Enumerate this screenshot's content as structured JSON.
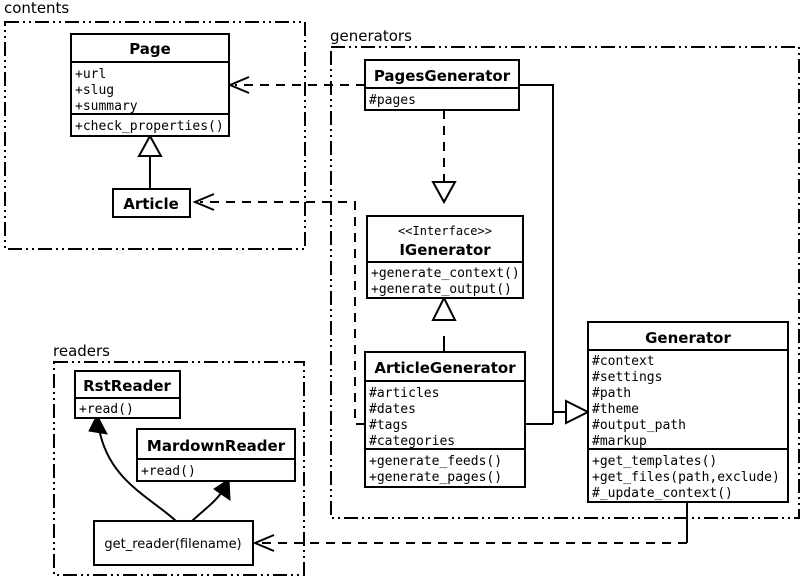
{
  "diagram": {
    "type": "uml-class-diagram",
    "packages": [
      {
        "id": "contents",
        "label": "contents"
      },
      {
        "id": "generators",
        "label": "generators"
      },
      {
        "id": "readers",
        "label": "readers"
      }
    ],
    "classes": [
      {
        "id": "page",
        "name": "Page",
        "stereotype": "",
        "attributes": [
          "+url",
          "+slug",
          "+summary"
        ],
        "methods": [
          "+check_properties()"
        ]
      },
      {
        "id": "article",
        "name": "Article",
        "stereotype": "",
        "attributes": [],
        "methods": []
      },
      {
        "id": "pages-generator",
        "name": "PagesGenerator",
        "stereotype": "",
        "attributes": [
          "#pages"
        ],
        "methods": []
      },
      {
        "id": "igenerator",
        "name": "IGenerator",
        "stereotype": "<<Interface>>",
        "attributes": [],
        "methods": [
          "+generate_context()",
          "+generate_output()"
        ]
      },
      {
        "id": "article-generator",
        "name": "ArticleGenerator",
        "stereotype": "",
        "attributes": [
          "#articles",
          "#dates",
          "#tags",
          "#categories"
        ],
        "methods": [
          "+generate_feeds()",
          "+generate_pages()"
        ]
      },
      {
        "id": "generator",
        "name": "Generator",
        "stereotype": "",
        "attributes": [
          "#context",
          "#settings",
          "#path",
          "#theme",
          "#output_path",
          "#markup"
        ],
        "methods": [
          "+get_templates()",
          "+get_files(path,exclude)",
          "#_update_context()"
        ]
      },
      {
        "id": "rst-reader",
        "name": "RstReader",
        "stereotype": "",
        "attributes": [],
        "methods": [
          "+read()"
        ]
      },
      {
        "id": "mardown-reader",
        "name": "MardownReader",
        "stereotype": "",
        "attributes": [],
        "methods": [
          "+read()"
        ]
      }
    ],
    "functions": [
      {
        "id": "get-reader",
        "label": "get_reader(filename)"
      }
    ],
    "relations": [
      {
        "id": "article-extends-page",
        "from": "article",
        "to": "page",
        "kind": "generalization"
      },
      {
        "id": "pagesgenerator-uses-page",
        "from": "pages-generator",
        "to": "page",
        "kind": "dependency"
      },
      {
        "id": "articlegenerator-uses-article",
        "from": "article-generator",
        "to": "article",
        "kind": "dependency"
      },
      {
        "id": "pagesgenerator-realizes-igenerator",
        "from": "pages-generator",
        "to": "igenerator",
        "kind": "realization"
      },
      {
        "id": "articlegenerator-extends-igenerator",
        "from": "article-generator",
        "to": "igenerator",
        "kind": "generalization"
      },
      {
        "id": "pagesgenerator-extends-generator",
        "from": "pages-generator",
        "to": "generator",
        "kind": "generalization"
      },
      {
        "id": "articlegenerator-extends-generator",
        "from": "article-generator",
        "to": "generator",
        "kind": "generalization"
      },
      {
        "id": "generator-uses-getreader",
        "from": "generator",
        "to": "get-reader",
        "kind": "dependency"
      },
      {
        "id": "getreader-returns-rstreader",
        "from": "get-reader",
        "to": "rst-reader",
        "kind": "curved-arrow"
      },
      {
        "id": "getreader-returns-mardownreader",
        "from": "get-reader",
        "to": "mardown-reader",
        "kind": "curved-arrow"
      }
    ],
    "colors": {
      "stroke": "#000000",
      "fill": "#ffffff",
      "background": "#ffffff"
    }
  }
}
